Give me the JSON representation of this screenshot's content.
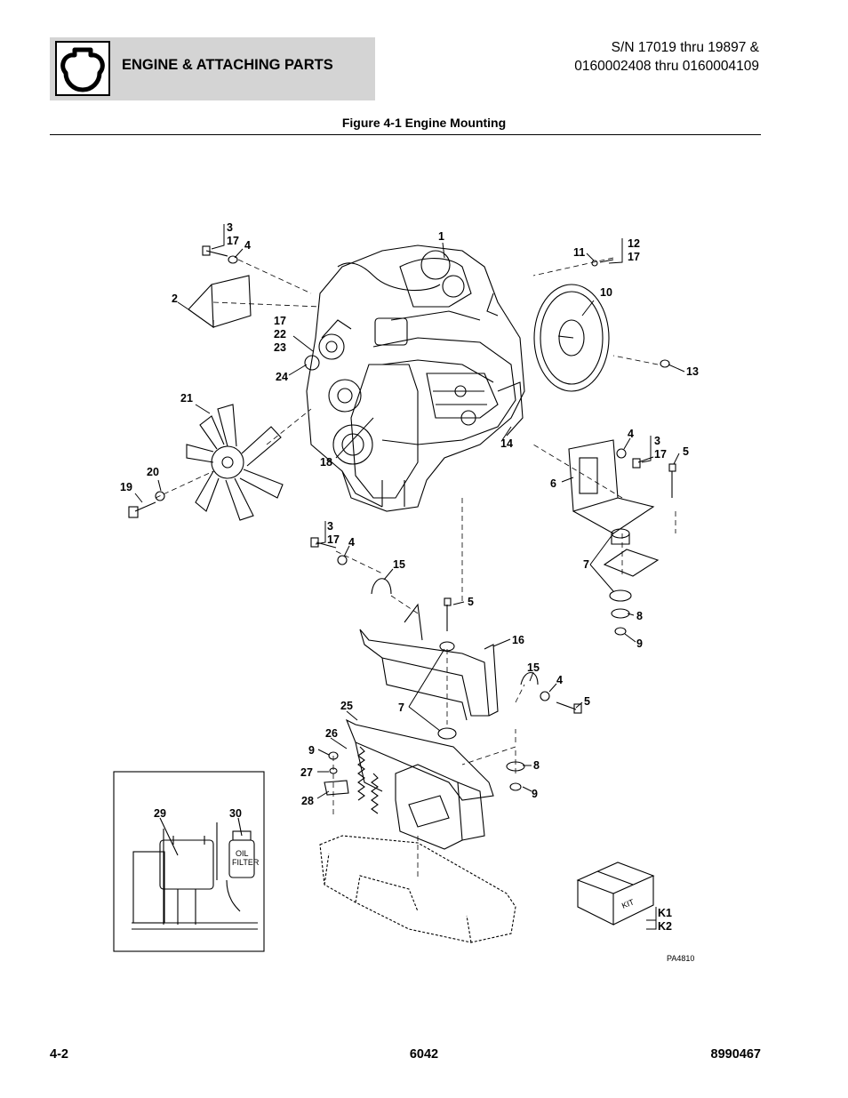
{
  "header": {
    "section_title": "ENGINE & ATTACHING PARTS",
    "serial_line1": "S/N 17019 thru 19897 &",
    "serial_line2": "0160002408 thru 0160004109",
    "icon": "engine-icon"
  },
  "figure": {
    "title": "Figure 4-1 Engine Mounting",
    "code": "PA4810",
    "callouts": {
      "c1": "1",
      "c2": "2",
      "c3a": "3",
      "c17a": "17",
      "c4a": "4",
      "c11": "11",
      "c12": "12",
      "c17b": "17",
      "c10": "10",
      "c13": "13",
      "c17c": "17",
      "c22": "22",
      "c23": "23",
      "c24": "24",
      "c21": "21",
      "c20": "20",
      "c19": "19",
      "c18": "18",
      "c14": "14",
      "c4b": "4",
      "c3b": "3",
      "c17d": "17",
      "c5a": "5",
      "c6": "6",
      "c3c": "3",
      "c17e": "17",
      "c4c": "4",
      "c15a": "15",
      "c7a": "7",
      "c8a": "8",
      "c9a": "9",
      "c5b": "5",
      "c16": "16",
      "c15b": "15",
      "c4d": "4",
      "c5c": "5",
      "c7b": "7",
      "c25": "25",
      "c26": "26",
      "c9b": "9",
      "c27": "27",
      "c28": "28",
      "c8b": "8",
      "c9c": "9",
      "c29": "29",
      "c30": "30",
      "k1": "K1",
      "k2": "K2"
    },
    "labels": {
      "kit": "KIT",
      "oil": "OIL",
      "filter": "FILTER"
    }
  },
  "footer": {
    "left": "4-2",
    "center": "6042",
    "right": "8990467"
  }
}
